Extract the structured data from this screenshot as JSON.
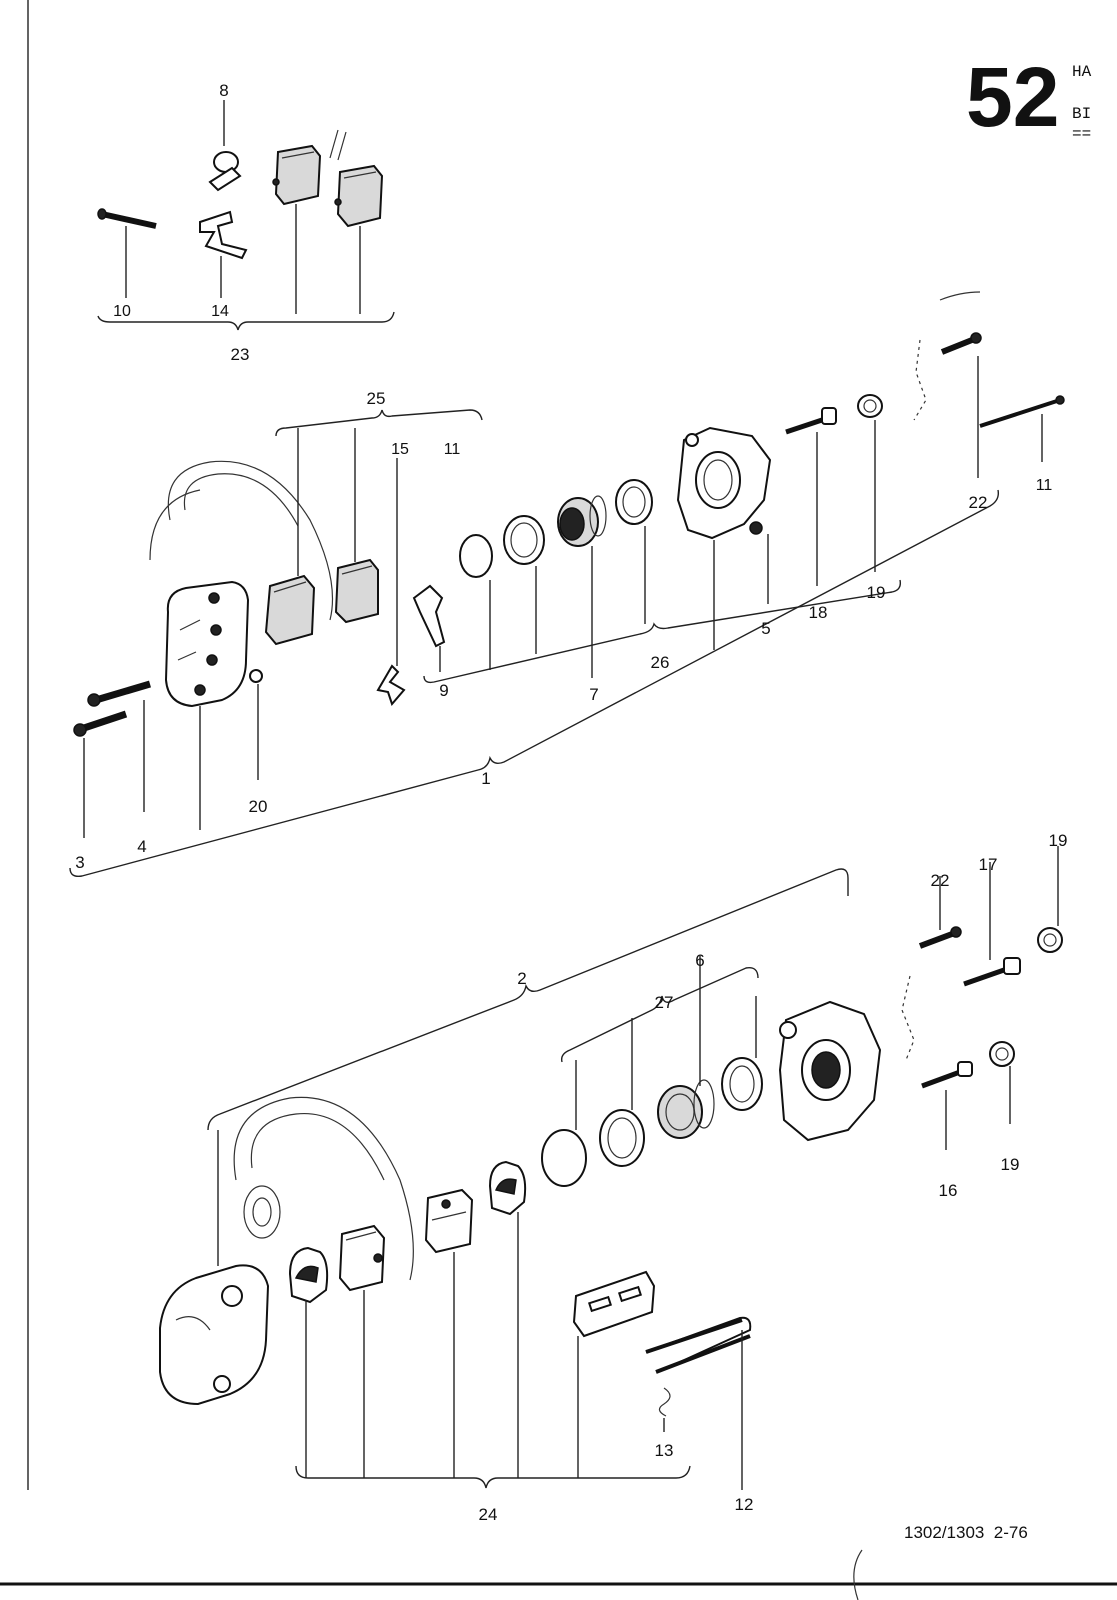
{
  "header": {
    "section_number": "52",
    "title_fragment_1": "HA",
    "title_fragment_2": "BI",
    "underline": "=="
  },
  "footer": {
    "reference": "1302/1303  2-76"
  },
  "callouts": {
    "c1": "1",
    "c2": "2",
    "c3": "3",
    "c4": "4",
    "c5": "5",
    "c6": "6",
    "c7": "7",
    "c8": "8",
    "c9": "9",
    "c10": "10",
    "c11a": "11",
    "c11b": "11",
    "c12": "12",
    "c13": "13",
    "c14": "14",
    "c15": "15",
    "c16": "16",
    "c17": "17",
    "c18": "18",
    "c19a": "19",
    "c19b": "19",
    "c19c": "19",
    "c20": "20",
    "c22a": "22",
    "c22b": "22",
    "c23": "23",
    "c24": "24",
    "c25": "25",
    "c26": "26",
    "c27": "27"
  }
}
